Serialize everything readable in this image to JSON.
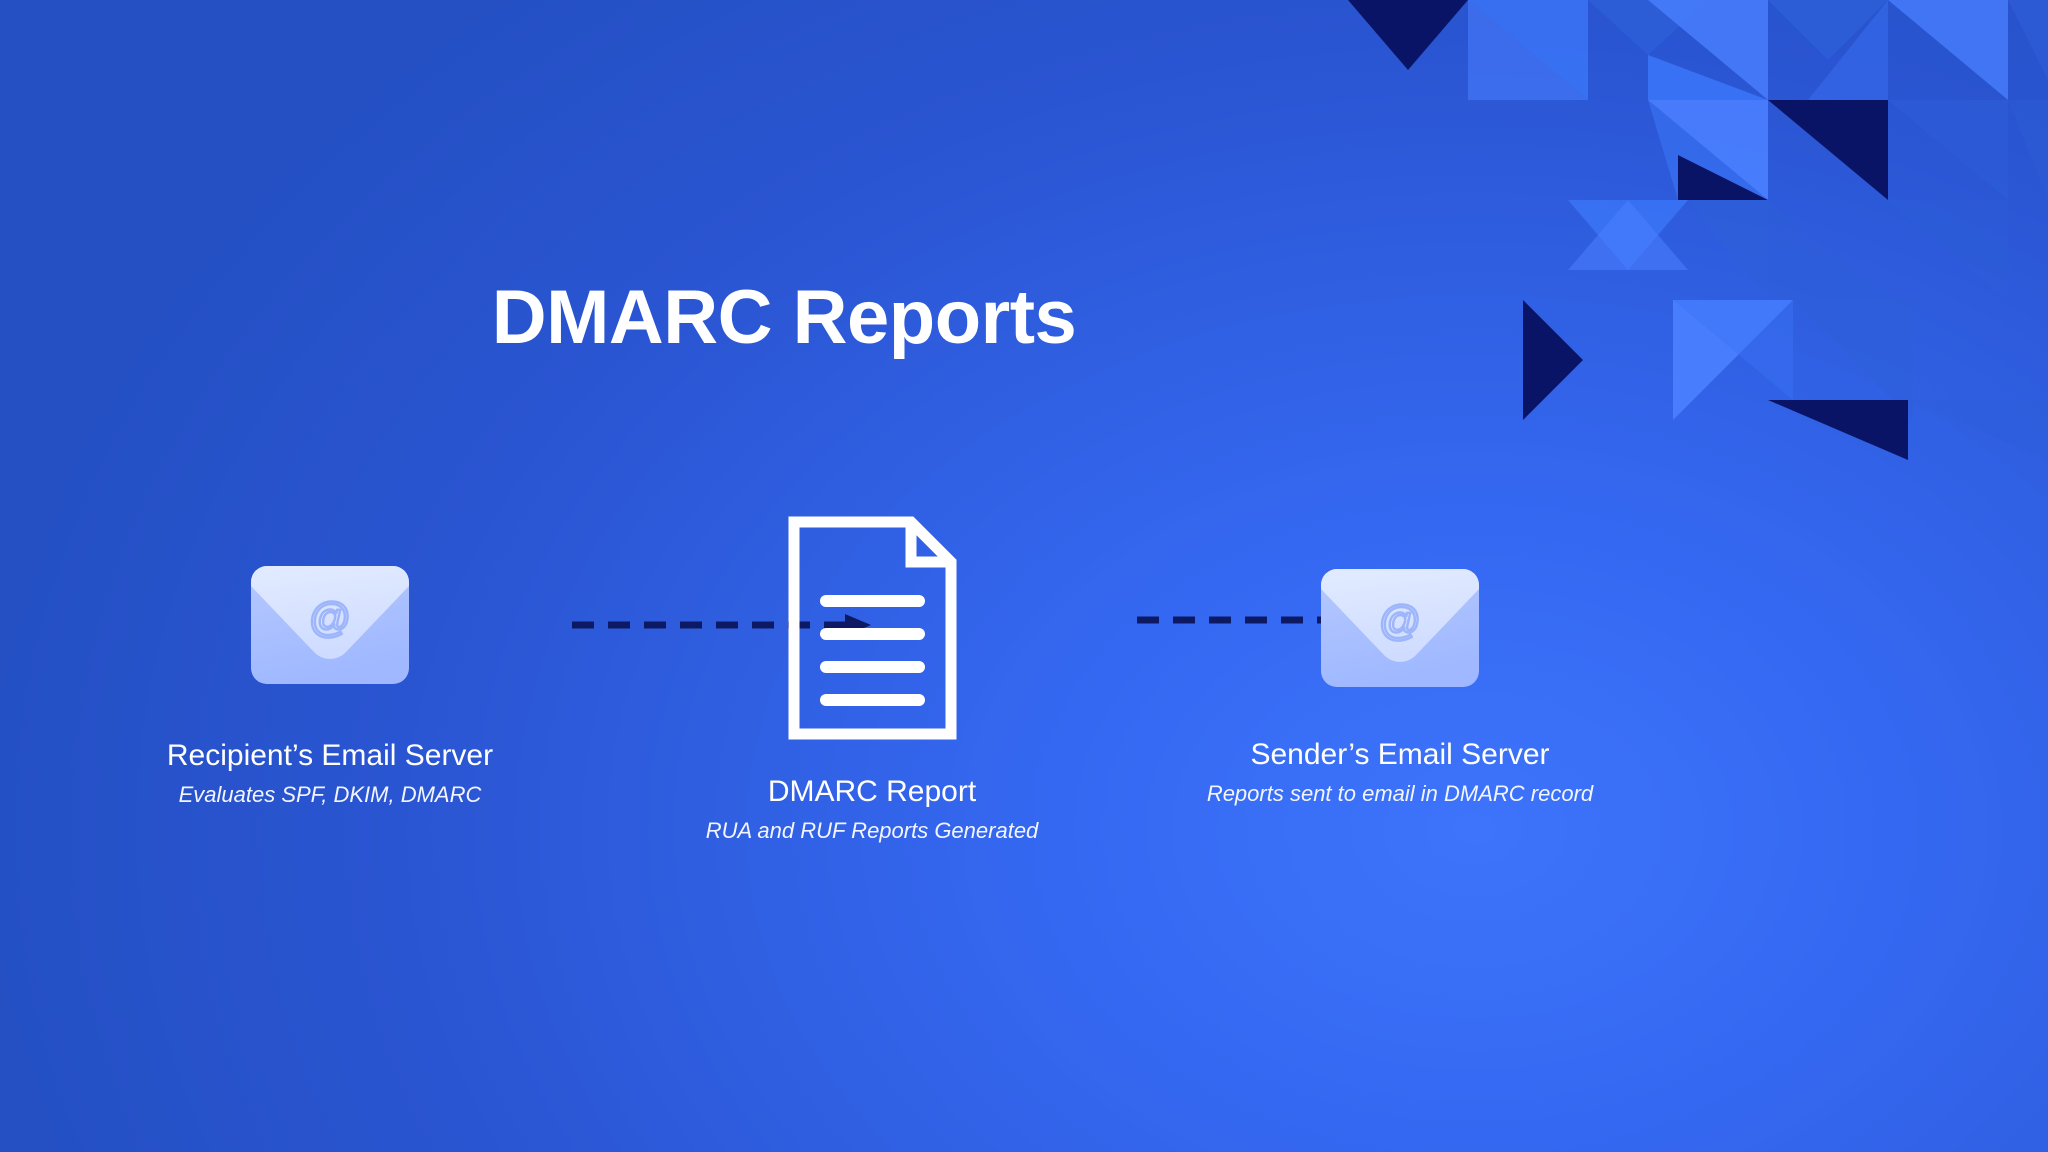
{
  "page": {
    "title": "DMARC Reports",
    "background_from": "#2450c4",
    "background_to": "#3d74fb"
  },
  "decor": {
    "name": "triangle-mosaic",
    "colors": {
      "navy": "#0a1466",
      "deep_blue": "#1a3fb0",
      "mid_blue": "#2e5fd8",
      "light_blue": "#3b74f7",
      "bright_blue": "#4a80ff"
    }
  },
  "diagram": {
    "arrow_color": "#0d1a63",
    "nodes": [
      {
        "id": "recipient",
        "icon": "envelope-at-icon",
        "caption": "Recipient’s Email Server",
        "subcaption": "Evaluates SPF, DKIM, DMARC"
      },
      {
        "id": "report",
        "icon": "document-lines-icon",
        "caption": "DMARC Report",
        "subcaption": "RUA and RUF Reports Generated"
      },
      {
        "id": "sender",
        "icon": "envelope-at-icon",
        "caption": "Sender’s Email Server",
        "subcaption": "Reports sent to email in DMARC record"
      }
    ],
    "arrows": [
      {
        "id": "recipient-to-report",
        "style": "dashed",
        "direction": "right"
      },
      {
        "id": "report-to-sender",
        "style": "dashed",
        "direction": "right"
      }
    ]
  },
  "icons": {
    "envelope_body": "#a9c0ff",
    "envelope_flap": "#dbe5ff",
    "envelope_at_glyph": "@",
    "document_stroke": "#ffffff",
    "document_line_count": 4
  }
}
